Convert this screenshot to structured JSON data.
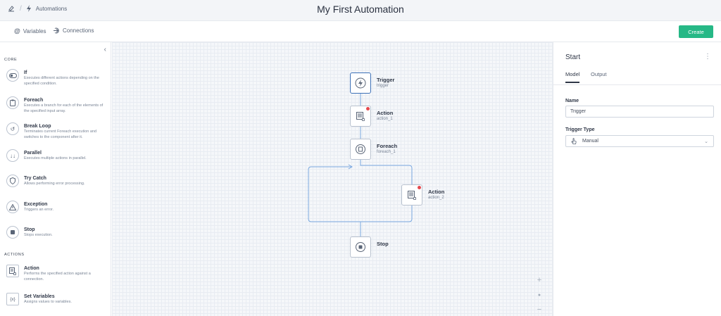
{
  "header": {
    "breadcrumb": "Automations",
    "title": "My First Automation"
  },
  "subbar": {
    "variables": "Variables",
    "connections": "Connections",
    "create": "Create"
  },
  "sidebar": {
    "core_title": "CORE",
    "actions_title": "ACTIONS",
    "core_items": [
      {
        "name": "If",
        "desc": "Executes different actions depending on the specified condition.",
        "icon": "toggle-icon"
      },
      {
        "name": "Foreach",
        "desc": "Executes a branch for each of the elements of the specified input array.",
        "icon": "clipboard-icon"
      },
      {
        "name": "Break Loop",
        "desc": "Terminates current Foreach execution and switches to the component after it.",
        "icon": "loop-icon"
      },
      {
        "name": "Parallel",
        "desc": "Executes multiple actions in parallel.",
        "icon": "parallel-arrows-icon"
      },
      {
        "name": "Try Catch",
        "desc": "Allows performing error processing.",
        "icon": "shield-icon"
      },
      {
        "name": "Exception",
        "desc": "Triggers an error.",
        "icon": "warning-icon"
      },
      {
        "name": "Stop",
        "desc": "Stops execution.",
        "icon": "stop-icon"
      }
    ],
    "action_items": [
      {
        "name": "Action",
        "desc": "Performs the specified action against a connection.",
        "icon": "action-icon"
      },
      {
        "name": "Set Variables",
        "desc": "Assigns values to variables.",
        "icon": "variables-icon"
      }
    ]
  },
  "flow": {
    "trigger": {
      "label": "Trigger",
      "sub": "trigger"
    },
    "action1": {
      "label": "Action",
      "sub": "action_1"
    },
    "foreach": {
      "label": "Foreach",
      "sub": "foreach_1"
    },
    "action2": {
      "label": "Action",
      "sub": "action_2"
    },
    "stop": {
      "label": "Stop"
    }
  },
  "panel": {
    "title": "Start",
    "tabs": [
      "Model",
      "Output"
    ],
    "name_label": "Name",
    "name_value": "Trigger",
    "trigger_type_label": "Trigger Type",
    "trigger_type_value": "Manual"
  },
  "colors": {
    "accent": "#26b886",
    "selected_border": "#3b6fb6",
    "error_dot": "#e5484d",
    "connector": "#7aa8e0"
  }
}
